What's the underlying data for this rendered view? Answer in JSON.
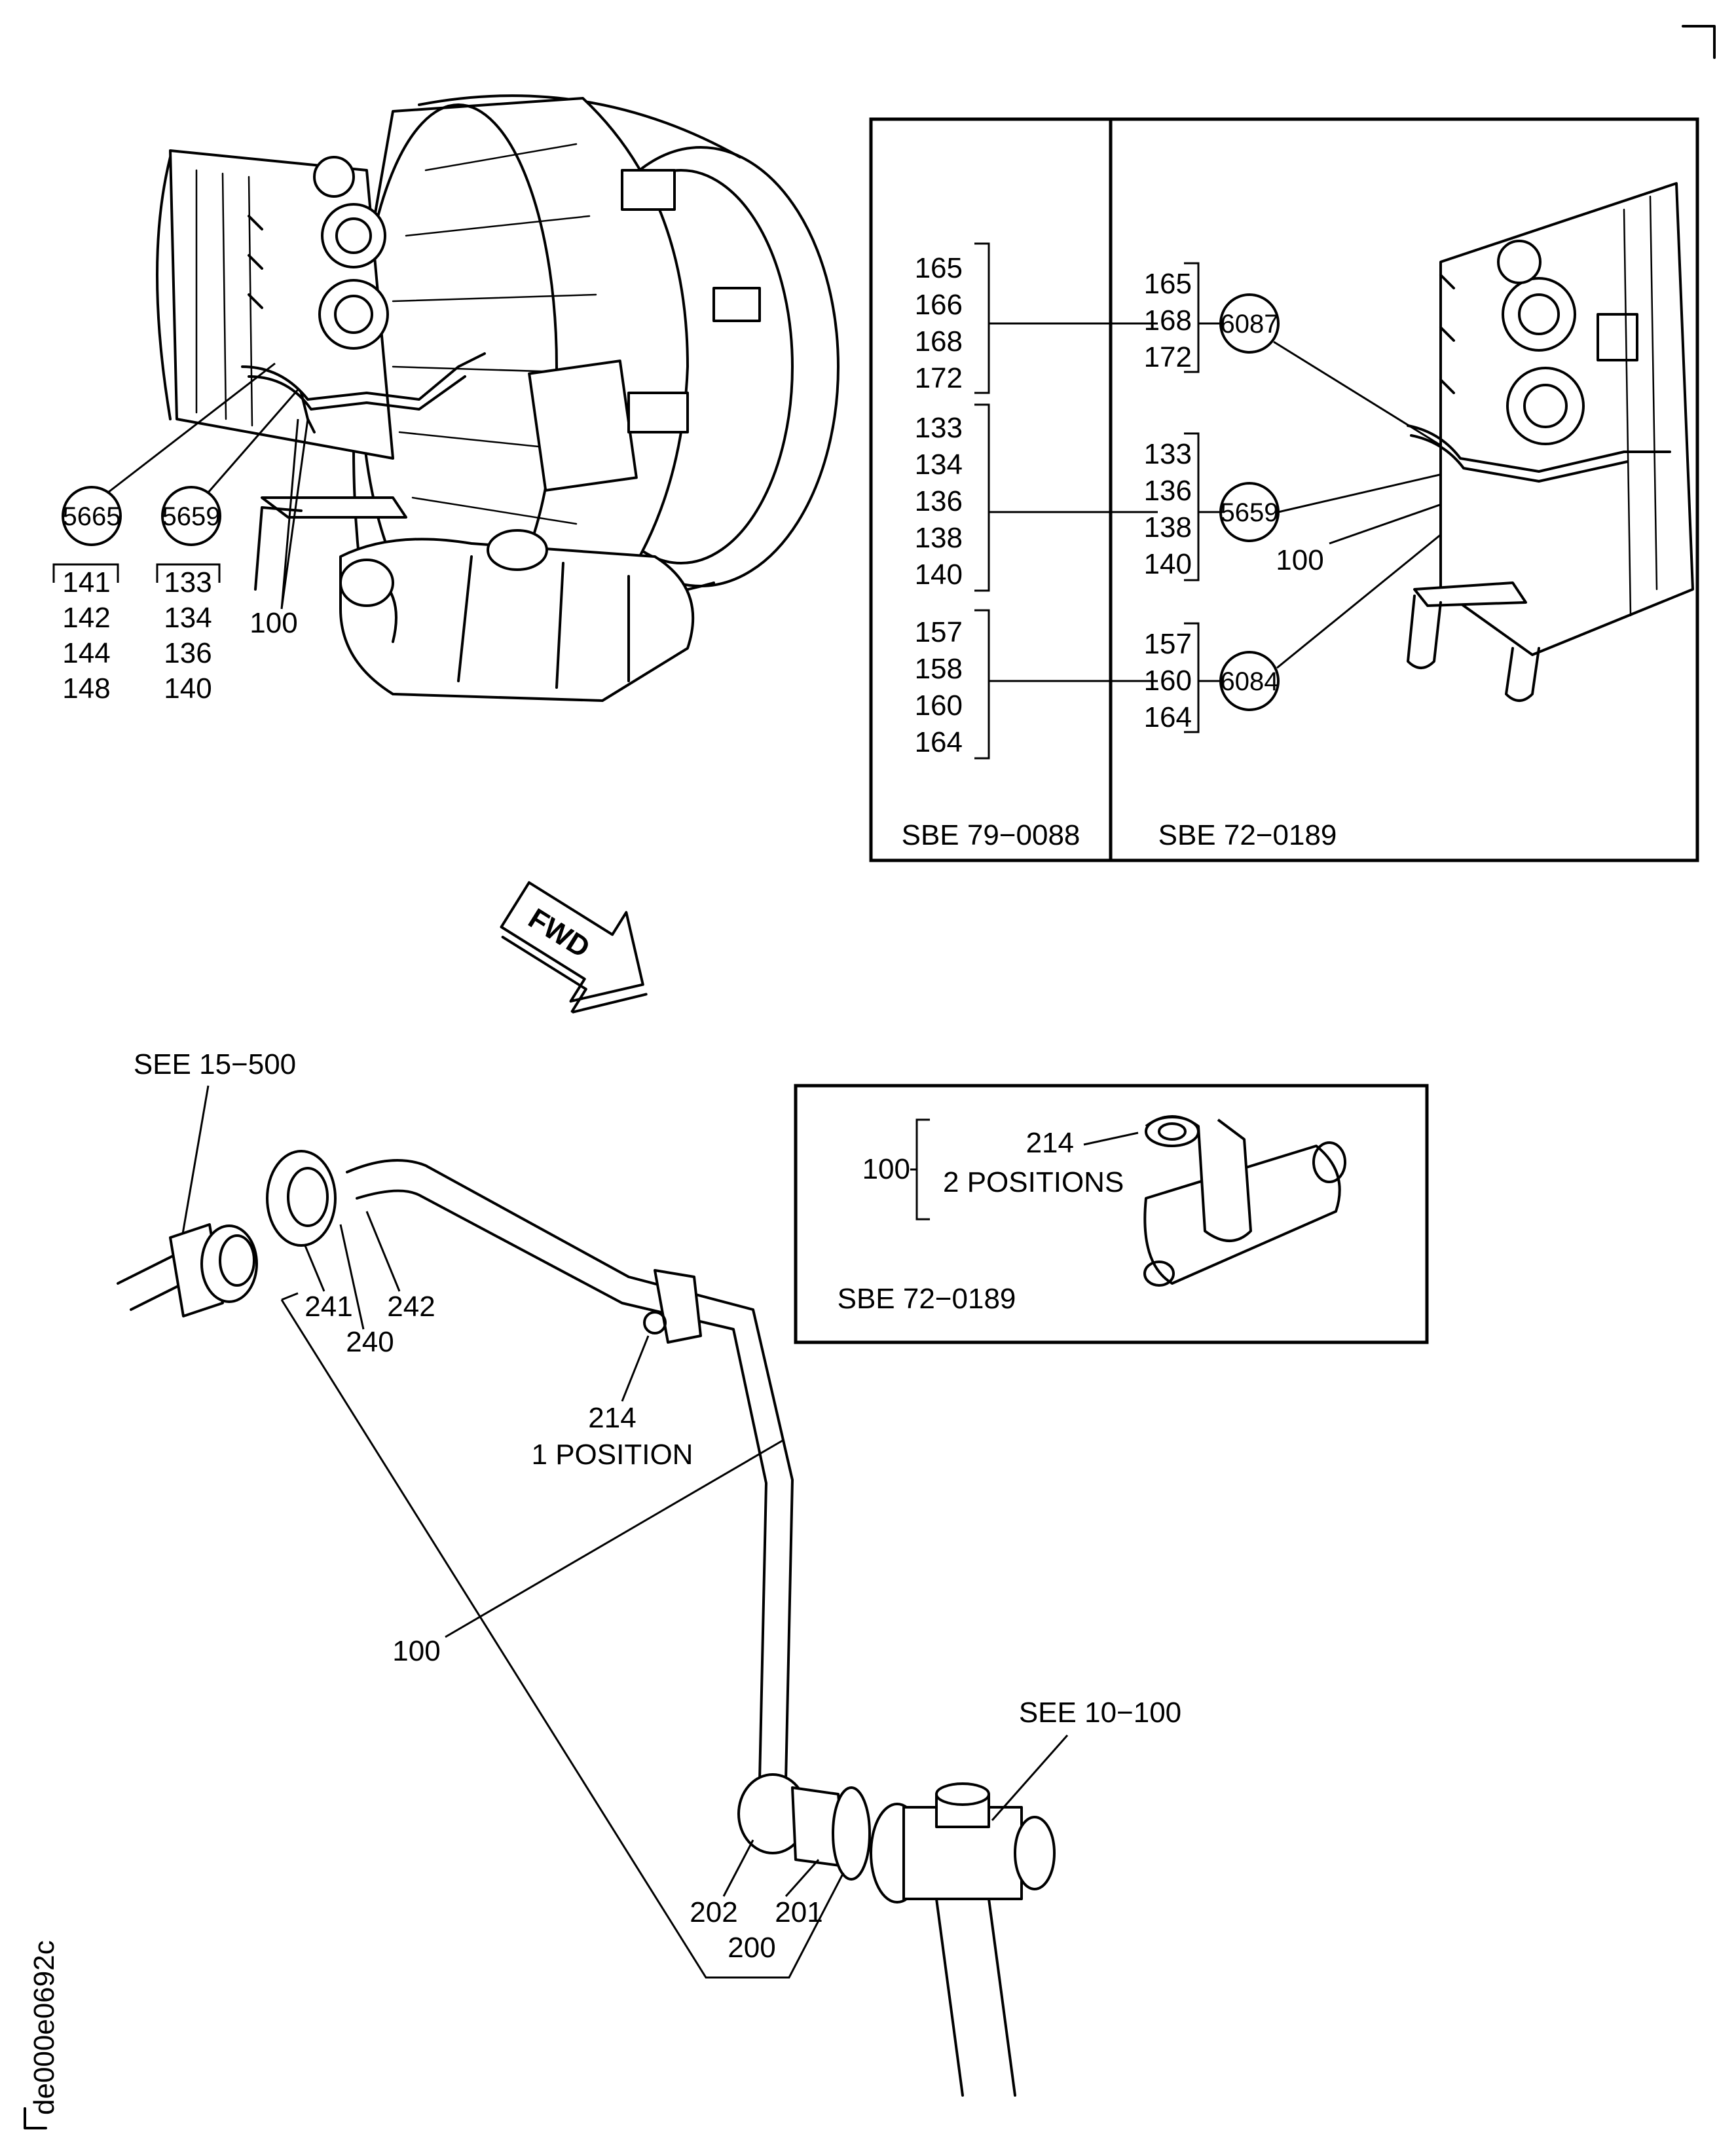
{
  "top_assembly": {
    "callout_5665": "5665",
    "callout_5659": "5659",
    "group_5665": [
      "141",
      "142",
      "144",
      "148"
    ],
    "group_5659": [
      "133",
      "134",
      "136",
      "140"
    ],
    "label_100": "100"
  },
  "inset_sbe": {
    "left_col": {
      "group_a": [
        "165",
        "166",
        "168",
        "172"
      ],
      "group_b": [
        "133",
        "134",
        "136",
        "138",
        "140"
      ],
      "group_c": [
        "157",
        "158",
        "160",
        "164"
      ],
      "caption": "SBE 79−0088"
    },
    "right_col": {
      "group_a": [
        "165",
        "168",
        "172"
      ],
      "group_b": [
        "133",
        "136",
        "138",
        "140"
      ],
      "group_c": [
        "157",
        "160",
        "164"
      ],
      "callout_6087": "6087",
      "callout_5659": "5659",
      "callout_6084": "6084",
      "label_100": "100",
      "caption": "SBE 72−0189"
    }
  },
  "fwd_arrow": "FWD",
  "lower_assembly": {
    "see_top": "SEE 15−500",
    "see_bottom": "SEE 10−100",
    "label_241": "241",
    "label_242": "242",
    "label_240": "240",
    "label_214": "214",
    "label_1pos": "1 POSITION",
    "label_100": "100",
    "label_202": "202",
    "label_201": "201",
    "label_200": "200"
  },
  "clamp_inset": {
    "label_100": "100",
    "label_214": "214",
    "label_2pos": "2 POSITIONS",
    "caption": "SBE 72−0189"
  },
  "drawing_id": "de000e0692c"
}
